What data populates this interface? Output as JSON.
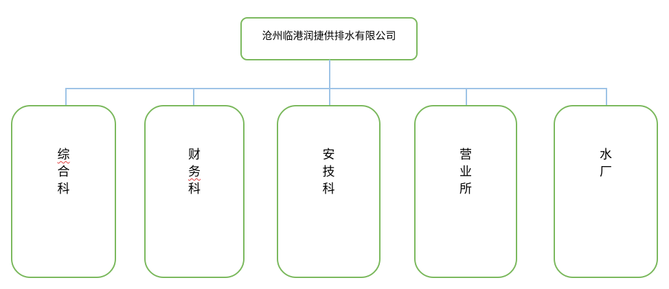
{
  "org_chart": {
    "root": {
      "label": "沧州临港润捷供排水有限公司"
    },
    "departments": [
      {
        "label": "综合科",
        "chars": [
          {
            "text": "综",
            "spell_error": true
          },
          {
            "text": "合",
            "spell_error": false
          },
          {
            "text": "科",
            "spell_error": false
          }
        ]
      },
      {
        "label": "财务科",
        "chars": [
          {
            "text": "财",
            "spell_error": false
          },
          {
            "text": "务",
            "spell_error": true
          },
          {
            "text": "科",
            "spell_error": false
          }
        ]
      },
      {
        "label": "安技科",
        "chars": [
          {
            "text": "安",
            "spell_error": false
          },
          {
            "text": "技",
            "spell_error": false
          },
          {
            "text": "科",
            "spell_error": false
          }
        ]
      },
      {
        "label": "营业所",
        "chars": [
          {
            "text": "营",
            "spell_error": false
          },
          {
            "text": "业",
            "spell_error": false
          },
          {
            "text": "所",
            "spell_error": false
          }
        ]
      },
      {
        "label": "水厂",
        "chars": [
          {
            "text": "水",
            "spell_error": false
          },
          {
            "text": "厂",
            "spell_error": false
          }
        ]
      }
    ],
    "colors": {
      "box_border": "#7ab85c",
      "connector": "#9dc3e6",
      "text": "#000000",
      "spell_underline": "#e03a3a",
      "background": "#ffffff"
    }
  }
}
